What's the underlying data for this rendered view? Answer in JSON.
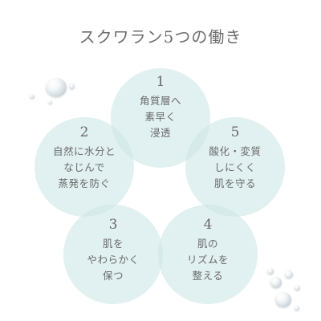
{
  "title": "スクワラン5つの働き",
  "items": [
    {
      "number": "1",
      "lines": [
        "角質層へ",
        "素早く",
        "浸透"
      ]
    },
    {
      "number": "2",
      "lines": [
        "自然に水分と",
        "なじんで",
        "蒸発を防ぐ"
      ]
    },
    {
      "number": "3",
      "lines": [
        "肌を",
        "やわらかく",
        "保つ"
      ]
    },
    {
      "number": "4",
      "lines": [
        "肌の",
        "リズムを",
        "整える"
      ]
    },
    {
      "number": "5",
      "lines": [
        "酸化・変質",
        "しにくく",
        "肌を守る"
      ]
    }
  ],
  "colors": {
    "circle_fill": "#cee7e7",
    "text": "#6a6a6a",
    "background": "#ffffff"
  }
}
